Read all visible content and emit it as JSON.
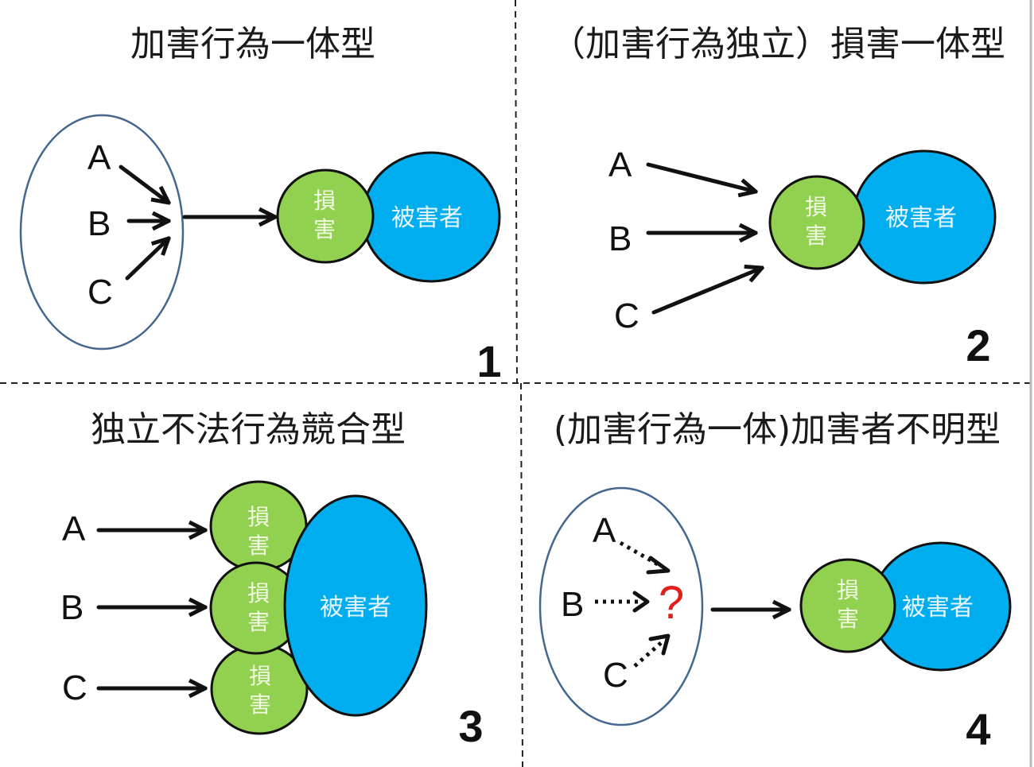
{
  "colors": {
    "damage_green": "#92d050",
    "victim_blue": "#00aeef",
    "group_ellipse_stroke": "#44678f",
    "question_red": "#e0201c"
  },
  "panels": [
    {
      "number": "1",
      "title": "加害行為一体型",
      "actors": [
        "A",
        "B",
        "C"
      ],
      "damage": [
        "損",
        "害"
      ],
      "victim": "被害者"
    },
    {
      "number": "2",
      "title": "（加害行為独立）損害一体型",
      "actors": [
        "A",
        "B",
        "C"
      ],
      "damage": [
        "損",
        "害"
      ],
      "victim": "被害者"
    },
    {
      "number": "3",
      "title": "独立不法行為競合型",
      "actors": [
        "A",
        "B",
        "C"
      ],
      "damage": [
        "損",
        "害"
      ],
      "victim": "被害者"
    },
    {
      "number": "4",
      "title": "(加害行為一体)加害者不明型",
      "actors": [
        "A",
        "B",
        "C"
      ],
      "damage": [
        "損",
        "害"
      ],
      "victim": "被害者",
      "unknown_marker": "?"
    }
  ]
}
